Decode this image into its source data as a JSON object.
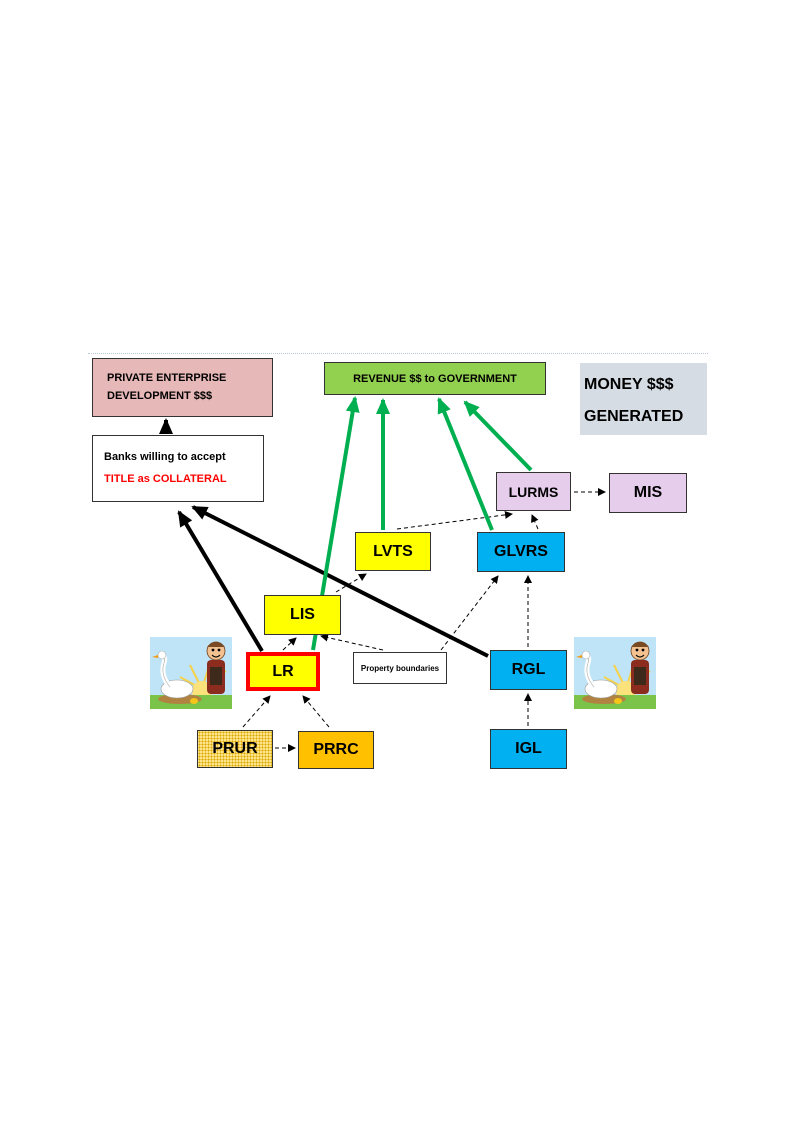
{
  "diagram": {
    "private_enterprise": {
      "line1": "PRIVATE ENTERPRISE",
      "line2": "DEVELOPMENT $$$"
    },
    "revenue": "REVENUE $$ to GOVERNMENT",
    "money": {
      "line1": "MONEY $$$",
      "line2": "GENERATED"
    },
    "banks": {
      "line1": "Banks willing to accept",
      "line2": "TITLE as COLLATERAL"
    },
    "nodes": {
      "lurms": "LURMS",
      "mis": "MIS",
      "lvts": "LVTS",
      "glvrs": "GLVRS",
      "lis": "LIS",
      "lr": "LR",
      "property_boundaries": "Property boundaries",
      "rgl": "RGL",
      "prur": "PRUR",
      "prrc": "PRRC",
      "igl": "IGL"
    },
    "colors": {
      "private_enterprise": "#e6b8b7",
      "revenue": "#92d050",
      "money": "#d6dce4",
      "purple_nodes": "#e6cdec",
      "yellow_nodes": "#ffff00",
      "blue_nodes": "#00b0f0",
      "orange_node": "#ffc000",
      "lr_border": "#ff0000",
      "green_arrow": "#00b050",
      "black_arrow": "#000000"
    },
    "illustration": "goose-and-farmer-illustration"
  }
}
